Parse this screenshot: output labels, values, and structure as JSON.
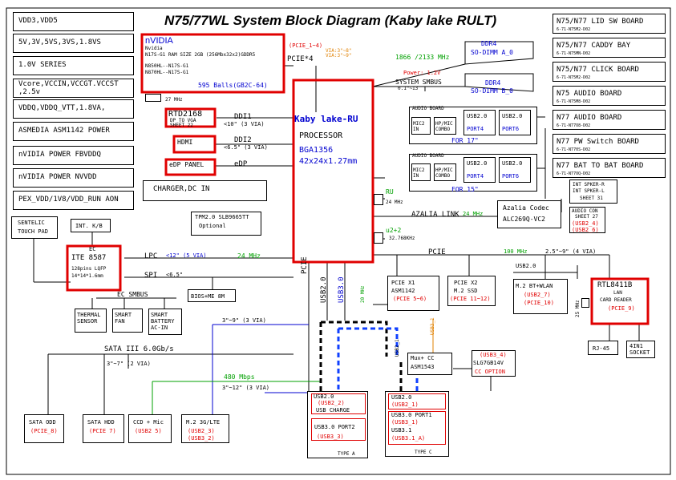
{
  "title": "N75/77WL System Block Diagram (Kaby lake RULT)",
  "left_list": [
    "VDD3,VDD5",
    "5V,3V,5VS,3VS,1.8VS",
    "1.0V SERIES",
    "Vcore,VCCIN,VCCGT.VCCST\n,2.5v",
    "VDDQ,VDDQ_VTT,1.8VA,",
    "ASMEDIA ASM1142 POWER",
    "nVIDIA POWER FBVDDQ",
    "nVIDIA POWER NVVDD",
    "PEX_VDD/1V8/VDD_RUN AON"
  ],
  "right_list": [
    {
      "label": "N75/N77 LID SW BOARD",
      "code": "6-71-N75M2-D02"
    },
    {
      "label": "N75/N77 CADDY BAY",
      "code": "6-71-N75MN-D02"
    },
    {
      "label": "N75/N77 CLICK BOARD",
      "code": "6-71-N75M2-D02"
    },
    {
      "label": "N75 AUDIO BOARD",
      "code": "6-71-N75M8-D02"
    },
    {
      "label": "N77 AUDIO BOARD",
      "code": "6-71-N77O8-D02"
    },
    {
      "label": "N77 PW Switch BOARD",
      "code": "6-71-N770S-D02"
    },
    {
      "label": "N77 BAT TO BAT BOARD",
      "code": "6-71-N77OQ-D02"
    }
  ],
  "nvidia": {
    "name": "nVIDIA",
    "line1": "Nvidia",
    "line2": "N17S-G1  RAM SIZE 2GB (256Mbx32x2)GDDR5",
    "line3": "N850HL--N17S-G1",
    "line4": "N870HL--N17S-G1",
    "balls": "595 Balls(GB2C-64)",
    "pcie_ref": "(PCIE_1~4)",
    "via_note": "VIA:3\"~8\"\nVIA:3\"~9\"",
    "clk": "27 MHz"
  },
  "pcie4": "PCIE*4",
  "ddr": {
    "freq": "1866 /2133 MHz",
    "a_title": "DDR4",
    "a_sub": "SO-DIMM A_0",
    "b_title": "DDR4",
    "b_sub": "SO-DIMM B_0",
    "power": "Power: 1.2V"
  },
  "smbus": {
    "label": "SYSTEM SMBUS",
    "sub": "0.1\"~13"
  },
  "cpu": {
    "name": "Kaby lake-RU",
    "proc": "PROCESSOR",
    "pkg": "BGA1356",
    "size": "42x24x1.27mm",
    "ru": "RU",
    "clk24": "24 MHz",
    "u22": "u2+2",
    "clk32": "32.768KHz"
  },
  "rtd": {
    "name": "RTD2168",
    "sub": "DP TO VGA",
    "sheet": "SHEET 22",
    "bus": "DDI1",
    "len": "<10\" (3 VIA)"
  },
  "hdmi": {
    "name": "HDMI",
    "bus": "DDI2",
    "len": "<6.5\" (3 VIA)"
  },
  "edp": {
    "name": "eDP PANEL",
    "bus": "eDP"
  },
  "charger": "CHARGER,DC IN",
  "audio": {
    "board_label": "AUDIO BOARD",
    "mic": "MIC2 IN",
    "combo": "HP/MIC COMBO",
    "usb_a": "USB2.0",
    "port4": "PORT4",
    "usb_b": "USB2.0",
    "port6": "PORT6",
    "for17": "FOR 17\"",
    "for15": "FOR 15\"",
    "codec": "Azalia Codec",
    "codec_part": "ALC269Q-VC2",
    "azalia": "AZALIA LINK",
    "clk": "24 MHz",
    "spk1": "INT SPKER-R",
    "spk2": "INT SPKER-L",
    "spk_sheet": "SHEET 31",
    "audio_con": "AUDIO CON",
    "audio_sheet": "SHEET 27",
    "usb2_4": "(USB2_4)",
    "usb2_6": "(USB2_6)"
  },
  "touch": {
    "name": "SENTELIC",
    "sub": "TOUCH PAD"
  },
  "kb": "INT. K/B",
  "ec": {
    "label": "EC",
    "name": "ITE 8587",
    "pins": "128pins LQFP",
    "size": "14*14*1.6mm",
    "smbus": "EC SMBUS"
  },
  "tpm": {
    "name": "TPM2.0  SLB9665TT",
    "opt": "Optional"
  },
  "lpc": {
    "label": "LPC",
    "len": "<12\" (5 VIA)",
    "clk": "24 MHz"
  },
  "spi": {
    "label": "SPI",
    "len": "<6.5\""
  },
  "bios": "BIOS+ME 8M",
  "thermal": "THERMAL\nSENSOR",
  "fan": "SMART\nFAN",
  "battery": "SMART\nBATTERY\nAC-IN",
  "sata": {
    "label": "SATA III 6.0Gb/s",
    "len1": "3\"~7\" (2 VIA)",
    "len2": "3\"~9\" (3 VIA)",
    "len3": "3\"~12\" (3 VIA)",
    "mbps": "480 Mbps"
  },
  "bottom": [
    {
      "name": "SATA ODD",
      "ref": "(PCIE_8)"
    },
    {
      "name": "SATA HDD",
      "ref": "(PCIE 7)"
    },
    {
      "name": "CCD + Mic",
      "ref": "(USB2 5)"
    },
    {
      "name": "M.2 3G/LTE",
      "ref": "(USB2_3)",
      "ref2": "(USB3_2)"
    }
  ],
  "bus_labels": {
    "pcie_v": "PCIE",
    "usb20_v": "USB2.0",
    "usb30_v": "USB3.0",
    "pcie_h": "PCIE",
    "clk100": "100 MHz",
    "pcie_len": "2.5\"~9\" (4 VIA)",
    "usb20_h": "USB2.0",
    "usb30_r": "USB3_1",
    "usb20_r": "USB2_1",
    "clk20": "20 MHz"
  },
  "asm1142": {
    "name": "PCIE X1",
    "part": "ASM1142",
    "ref": "(PCIE 5~6)"
  },
  "ssd": {
    "name": "PCIE X2",
    "part": "M.2 SSD",
    "ref": "(PCIE 11~12)"
  },
  "wlan": {
    "name": "M.2 BT+WLAN",
    "ref": "(USB2_7)",
    "ref2": "(PCIE_10)"
  },
  "rtl": {
    "name": "RTL8411B",
    "sub": "LAN",
    "sub2": "CARD READER",
    "ref": "(PCIE_9)",
    "clk": "25 MHz"
  },
  "rj45": "RJ-45",
  "in1": "4IN1\nSOCKET",
  "mux": {
    "name": "Mux+ CC",
    "part": "ASM1543"
  },
  "slg": {
    "ref": "(USB3_4)",
    "name": "SLG7GB14V",
    "opt": "CC OPTION"
  },
  "typea": {
    "usb": "USB2.0",
    "usbref": "(USB2_2)",
    "charge": "USB CHARGE",
    "port": "USB3.0  PORT2",
    "portref": "(USB3_3)",
    "label": "TYPE A"
  },
  "typec": {
    "usb": "USB2.0",
    "usbref": "(USB2_1)",
    "port": "USB3.0  PORT1",
    "portref": "(USB3_1)",
    "usb31": "USB3.1",
    "usb31ref": "(USB3.1_A)",
    "label": "TYPE C"
  }
}
